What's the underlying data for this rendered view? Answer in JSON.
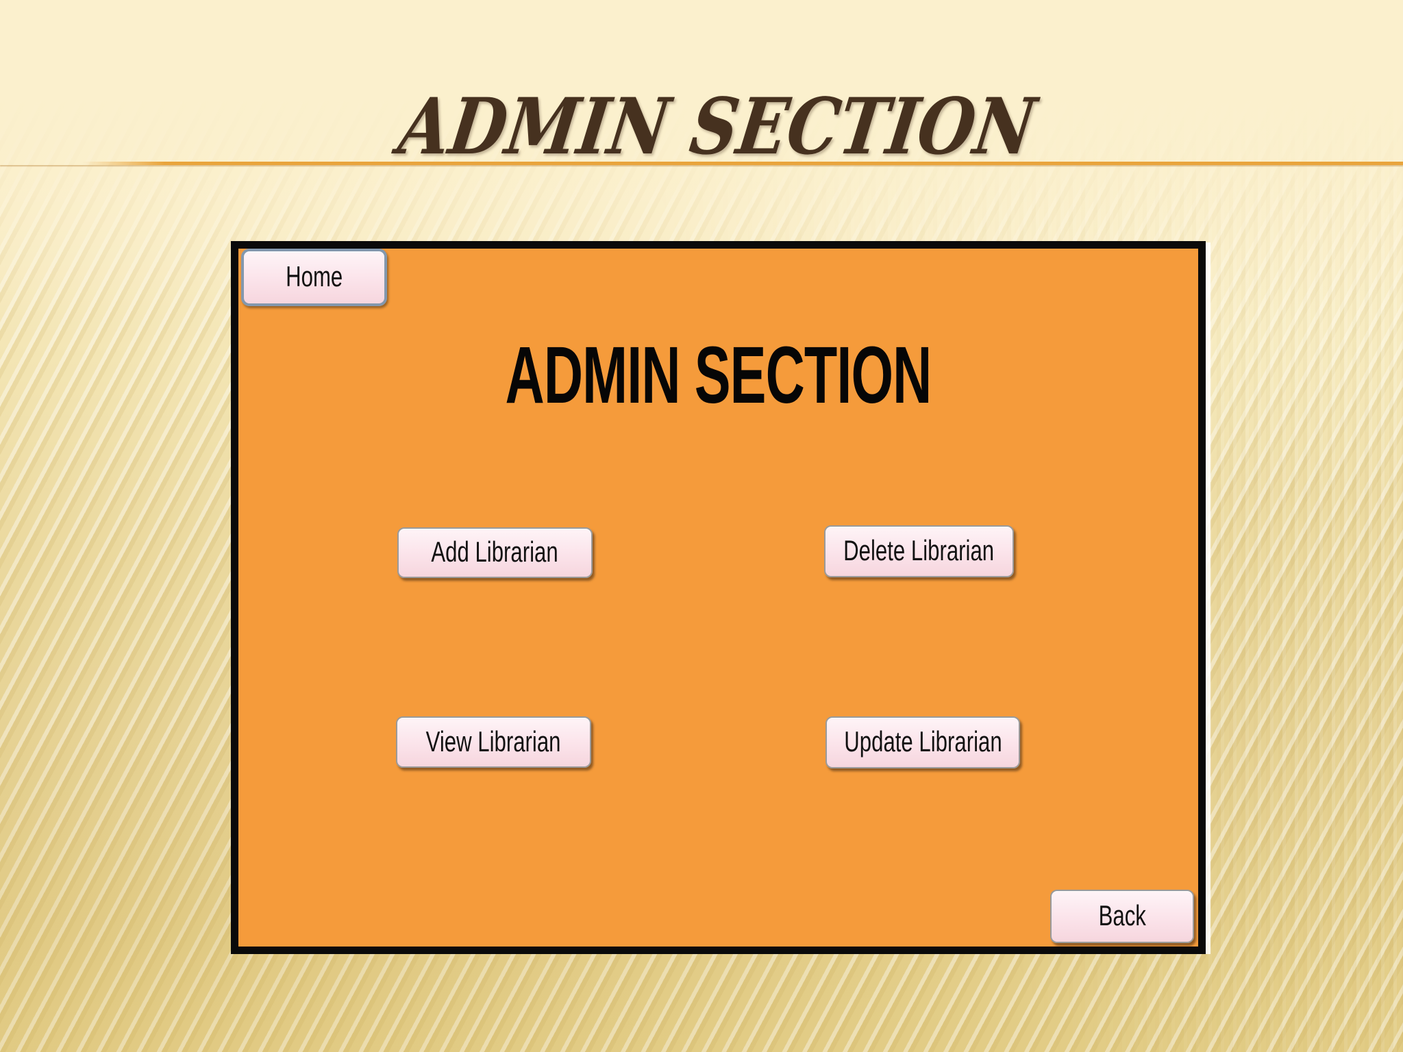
{
  "slide": {
    "title": "ADMIN SECTION"
  },
  "panel": {
    "heading": "ADMIN SECTION",
    "home_button": "Home",
    "add_button": "Add Librarian",
    "delete_button": "Delete Librarian",
    "view_button": "View Librarian",
    "update_button": "Update Librarian",
    "back_button": "Back"
  },
  "colors": {
    "background-cream": "#FBF0CD",
    "background-gold": "#E2CC85",
    "accent-line": "#E9A43C",
    "title-brown": "#46311F",
    "panel-orange": "#F59B3B",
    "panel-border": "#0A0A0A",
    "button-pink": "#FBE3EA",
    "button-text": "#111111"
  }
}
